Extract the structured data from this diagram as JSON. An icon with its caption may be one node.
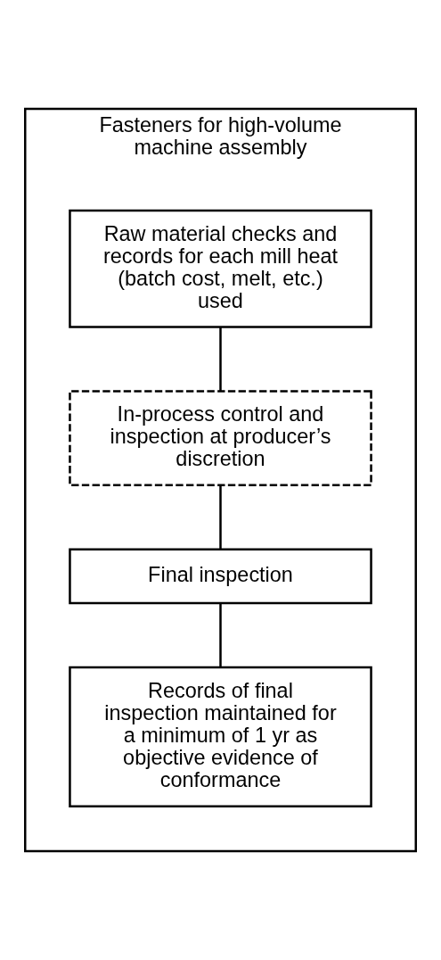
{
  "diagram": {
    "nodes": [
      {
        "text": [
          "Fasteners for high-volume machine assembly"
        ]
      },
      {
        "text": [
          "Raw material checks and records for each mill heat (batch cost, melt, etc.) used"
        ],
        "in": 0
      },
      {
        "text": [
          "In-process control and inspection at producer’s discretion"
        ],
        "in": 0
      },
      {
        "text": [
          "Final inspection"
        ],
        "in": 0
      },
      {
        "text": [
          "Records of final inspection maintained for a minimum of 1 yr as objective evidence of conformance"
        ],
        "in": 0
      }
    ],
    "edges": [
      {
        "from": 1,
        "to": 2,
        "arrow": "none"
      },
      {
        "from": 2,
        "to": 3,
        "arrow": "none"
      },
      {
        "from": 3,
        "to": 4,
        "arrow": "none"
      }
    ]
  }
}
